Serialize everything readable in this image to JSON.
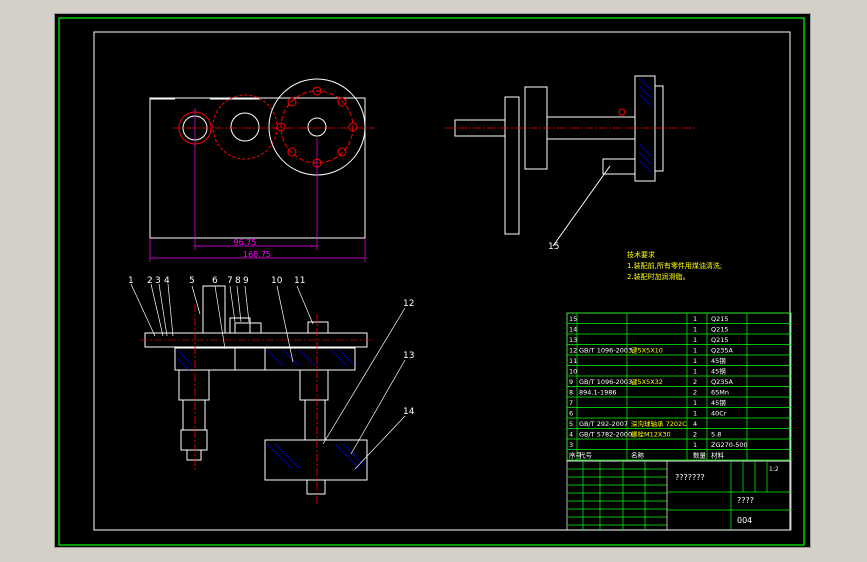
{
  "colors": {
    "background": "#000000",
    "frame": "#00ff00",
    "outline": "#ffffff",
    "center": "#ff0000",
    "dimension": "#ff00ff",
    "note": "#ffff00",
    "hatch": "#0000ff"
  },
  "dimensions": {
    "inner": "96.75",
    "outer": "168.75"
  },
  "callouts": [
    "1",
    "2",
    "3",
    "4",
    "5",
    "6",
    "7",
    "8",
    "9",
    "10",
    "11",
    "12",
    "13",
    "14",
    "15"
  ],
  "notes": {
    "title": "技术要求",
    "line1": "1.装配前,所有零件用煤油清洗;",
    "line2": "2.装配时加润滑脂。"
  },
  "bom": [
    {
      "no": "15",
      "code": "",
      "name": "",
      "qty": "1",
      "material": "Q215"
    },
    {
      "no": "14",
      "code": "",
      "name": "",
      "qty": "1",
      "material": "Q215"
    },
    {
      "no": "13",
      "code": "",
      "name": "",
      "qty": "1",
      "material": "Q215"
    },
    {
      "no": "12",
      "code": "GB/T 1096-2003",
      "name": "键5X5X10",
      "qty": "1",
      "material": "Q235A"
    },
    {
      "no": "11",
      "code": "",
      "name": "",
      "qty": "1",
      "material": "45钢"
    },
    {
      "no": "10",
      "code": "",
      "name": "",
      "qty": "1",
      "material": "45钢"
    },
    {
      "no": "9",
      "code": "GB/T 1096-2003",
      "name": "键5X5X32",
      "qty": "2",
      "material": "Q235A"
    },
    {
      "no": "8",
      "code": "894.1-1986",
      "name": "",
      "qty": "2",
      "material": "65Mn"
    },
    {
      "no": "7",
      "code": "",
      "name": "",
      "qty": "1",
      "material": "45钢"
    },
    {
      "no": "6",
      "code": "",
      "name": "",
      "qty": "1",
      "material": "40Cr"
    },
    {
      "no": "5",
      "code": "GB/T 292-2007",
      "name": "深沟球轴承 7202C",
      "qty": "4",
      "material": ""
    },
    {
      "no": "4",
      "code": "GB/T 5782-2000",
      "name": "螺栓M12X30",
      "qty": "2",
      "material": "5.8"
    },
    {
      "no": "3",
      "code": "",
      "name": "",
      "qty": "1",
      "material": "ZG270-500"
    }
  ],
  "header_row": {
    "col1": "序号",
    "col2": "代号",
    "col3": "名称",
    "col4": "数量",
    "col5": "材料"
  },
  "titleblock": {
    "title": "???????",
    "drawing_no": "????",
    "sheet": "004",
    "scale": "1:2"
  }
}
